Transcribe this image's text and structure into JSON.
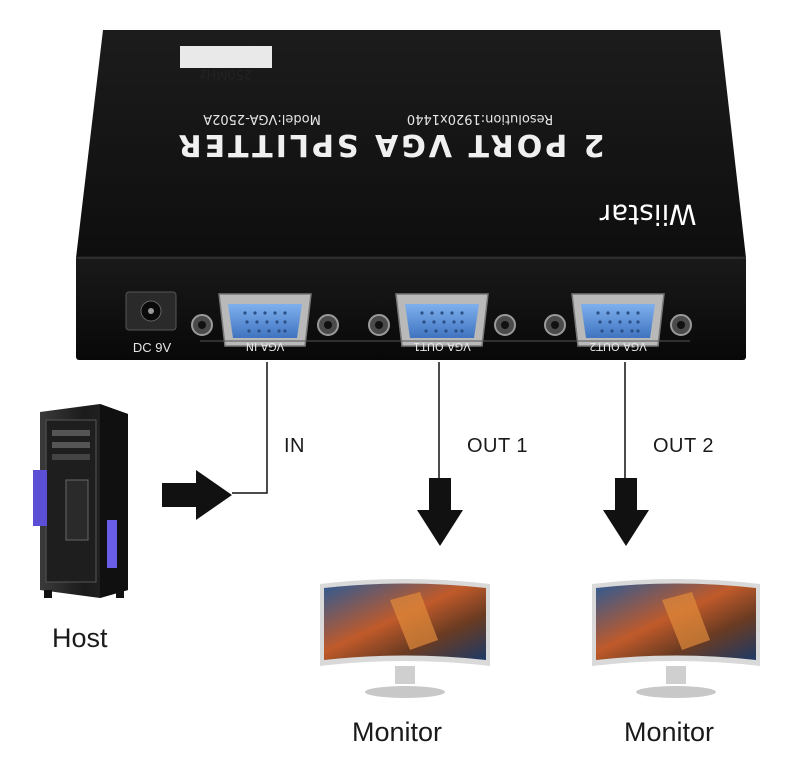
{
  "device": {
    "brand": "Wiistar",
    "title": "2 PORT VGA SPLITTER",
    "resolution": "Resolution:1920x1440",
    "model": "Model:VGA-2502A",
    "bandwidth": "250MHz",
    "dc_label": "DC 9V",
    "ports": [
      {
        "label": "VGA IN"
      },
      {
        "label": "VGA OUT1"
      },
      {
        "label": "VGA OUT2"
      }
    ]
  },
  "connections": {
    "in": "IN",
    "out1": "OUT 1",
    "out2": "OUT 2"
  },
  "devices": {
    "host": "Host",
    "monitor1": "Monitor",
    "monitor2": "Monitor"
  },
  "colors": {
    "case": "#141414",
    "port_blue": "#5b8fd6",
    "screen_blue": "#1f3f6e"
  }
}
